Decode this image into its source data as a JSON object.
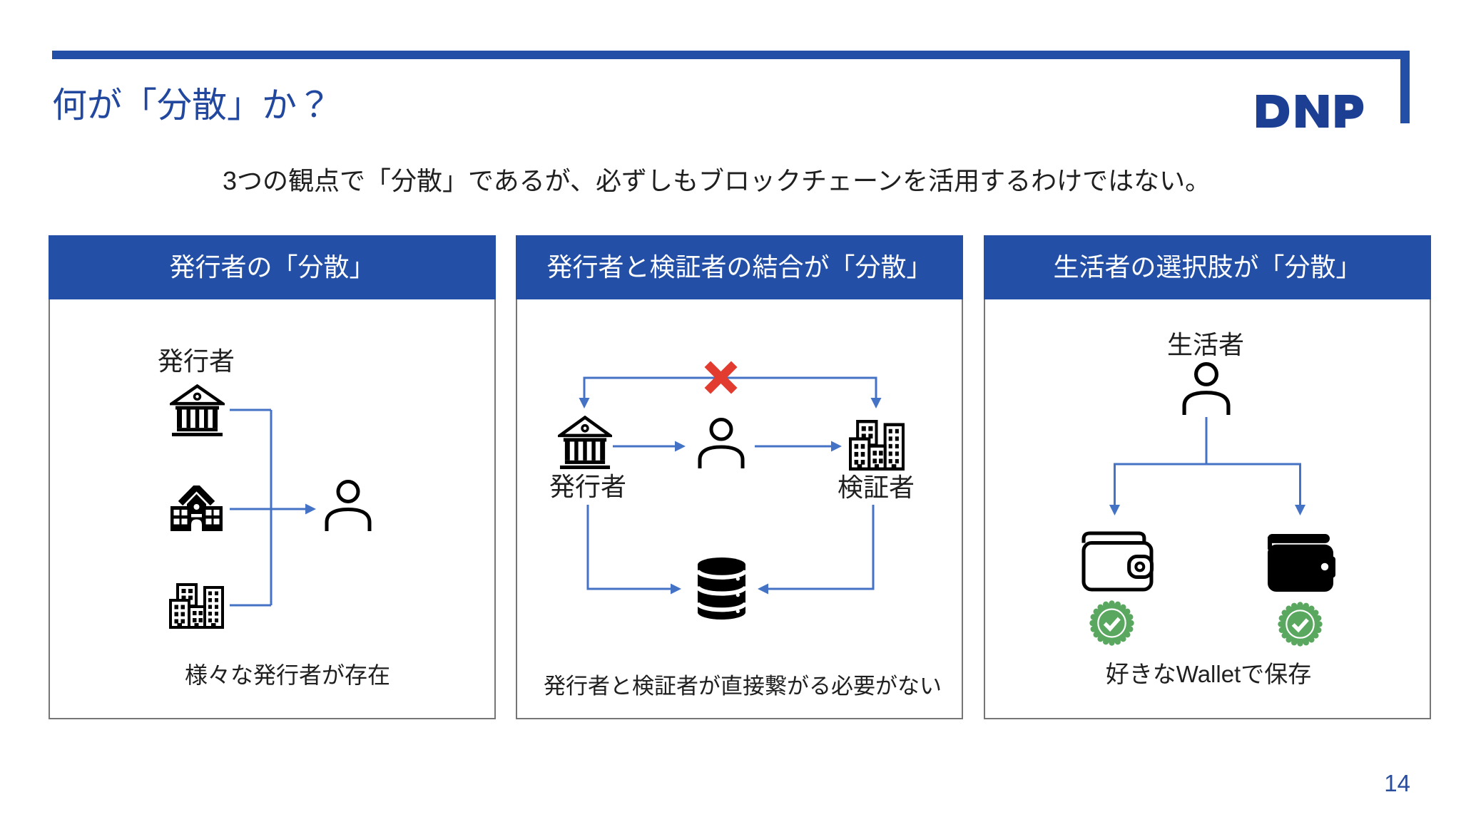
{
  "slide": {
    "title": "何が「分散」か？",
    "subtitle": "3つの観点で「分散」であるが、必ずしもブロックチェーンを活用するわけではない。",
    "logo_text": "DNP",
    "page_number": "14"
  },
  "colors": {
    "accent_blue": "#2350A6",
    "title_blue": "#21489E",
    "logo_blue": "#1C3F94",
    "connector_blue": "#4472C4",
    "cross_red": "#E23C30",
    "badge_green": "#5AA860",
    "panel_border_gray": "#767676",
    "text_black": "#1F1F1F"
  },
  "panels": [
    {
      "header": "発行者の「分散」",
      "labels": {
        "issuer": "発行者"
      },
      "caption": "様々な発行者が存在",
      "icons": [
        "bank-icon",
        "school-icon",
        "city-buildings-icon",
        "person-icon"
      ]
    },
    {
      "header": "発行者と検証者の結合が「分散」",
      "labels": {
        "issuer": "発行者",
        "verifier": "検証者"
      },
      "caption": "発行者と検証者が直接繋がる必要がない",
      "icons": [
        "bank-icon",
        "person-icon",
        "city-buildings-icon",
        "database-icon",
        "cross-icon"
      ]
    },
    {
      "header": "生活者の選択肢が「分散」",
      "labels": {
        "consumer": "生活者"
      },
      "caption": "好きなWalletで保存",
      "icons": [
        "person-icon",
        "wallet-outline-icon",
        "wallet-solid-icon",
        "approved-badge-icon",
        "approved-badge-icon"
      ]
    }
  ]
}
